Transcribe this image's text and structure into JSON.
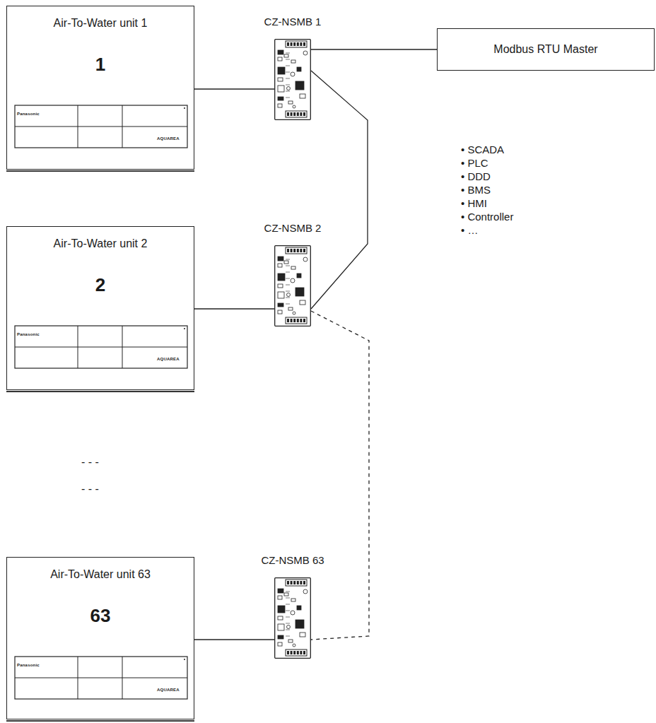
{
  "diagram": {
    "nodes": [
      {
        "text": [
          "Air-To-Water unit 1",
          "1"
        ]
      },
      {
        "text": [
          "CZ-NSMB 1"
        ]
      },
      {
        "text": [
          "Modbus RTU Master"
        ]
      },
      {
        "text": [
          "Air-To-Water unit 2",
          "2"
        ]
      },
      {
        "text": [
          "CZ-NSMB 2"
        ]
      },
      {
        "text": [
          "Air-To-Water unit 63",
          "63"
        ]
      },
      {
        "text": [
          "CZ-NSMB 63"
        ]
      }
    ],
    "edges": [
      {
        "from": 0,
        "to": 1,
        "arrow": "none"
      },
      {
        "from": 1,
        "to": 2,
        "arrow": "none"
      },
      {
        "from": 1,
        "to": 4,
        "arrow": "none"
      },
      {
        "from": 3,
        "to": 4,
        "arrow": "none"
      },
      {
        "from": 4,
        "to": 6,
        "arrow": "none"
      },
      {
        "from": 5,
        "to": 6,
        "arrow": "none"
      }
    ],
    "labels": [
      "• SCADA",
      "• PLC",
      "• DDD",
      "• BMS",
      "• HMI",
      "• Controller",
      "• …",
      "- - -",
      "- - -",
      "Panasonic",
      "AQUAREA",
      "Panasonic",
      "AQUAREA",
      "Panasonic",
      "AQUAREA"
    ]
  }
}
